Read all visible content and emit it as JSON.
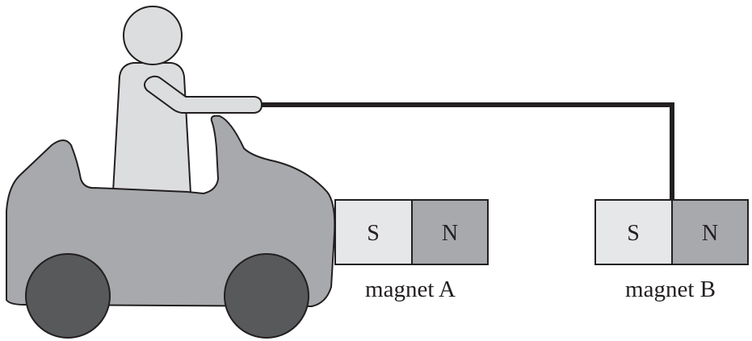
{
  "colors": {
    "outline": "#231f20",
    "car_body": "#a7a9ac",
    "wheel": "#58595b",
    "person": "#dcddde",
    "south_pole_fill": "#e6e7e8",
    "north_pole_fill": "#a7a9ac",
    "rod": "#231f20"
  },
  "magnet_a": {
    "south_label": "S",
    "north_label": "N",
    "caption": "magnet A"
  },
  "magnet_b": {
    "south_label": "S",
    "north_label": "N",
    "caption": "magnet B"
  },
  "icons": [
    "person-figure",
    "toy-car",
    "car-wheel",
    "rod"
  ]
}
